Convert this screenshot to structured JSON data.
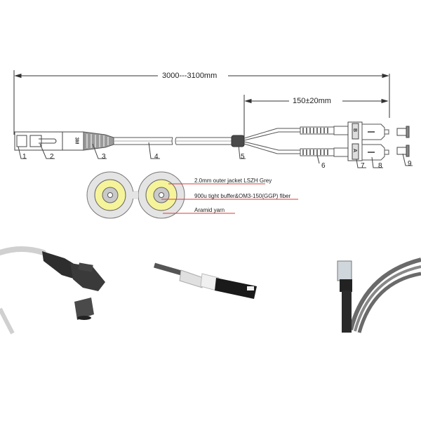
{
  "diagram": {
    "overall_length": "3000---3100mm",
    "breakout_length": "150±20mm",
    "connector_brand_mark": "3M",
    "duplex_labels": {
      "top": "B",
      "bottom": "A"
    },
    "callouts": [
      {
        "num": "1",
        "part": "connector-latch"
      },
      {
        "num": "2",
        "part": "connector-body"
      },
      {
        "num": "3",
        "part": "strain-relief-boot"
      },
      {
        "num": "4",
        "part": "cable"
      },
      {
        "num": "5",
        "part": "breakout-splitter"
      },
      {
        "num": "6",
        "part": "boot"
      },
      {
        "num": "7",
        "part": "duplex-clip"
      },
      {
        "num": "8",
        "part": "sc-connector"
      },
      {
        "num": "9",
        "part": "dust-cap"
      }
    ],
    "cross_section": {
      "labels": [
        "2.0mm outer jacket LSZH Grey",
        "900u tight buffer&OM3-150(GGP) fiber",
        "Aramid yarn"
      ],
      "colors": {
        "jacket": "#e4e4e4",
        "aramid": "#f6f49a",
        "buffer": "#c9c9c9",
        "leader_line": "#e03a3a"
      }
    }
  },
  "photos": [
    {
      "name": "mtrj-connector-with-dust-cap-photo"
    },
    {
      "name": "connector-side-view-photo"
    },
    {
      "name": "cable-assembly-photo"
    }
  ]
}
